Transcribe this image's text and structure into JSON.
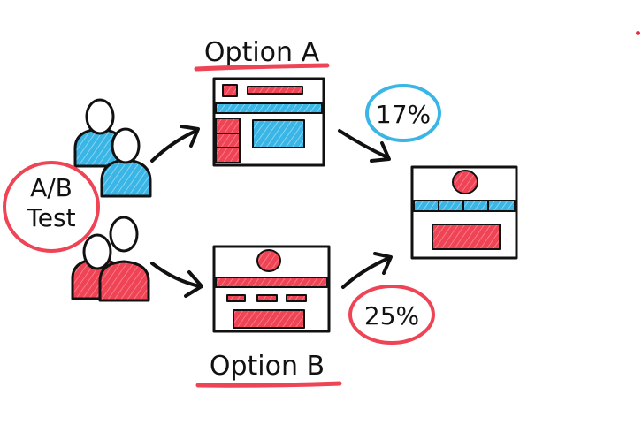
{
  "diagram": {
    "center_label_line1": "A/B",
    "center_label_line2": "Test",
    "option_a": {
      "label": "Option A",
      "rate": "17%"
    },
    "option_b": {
      "label": "Option B",
      "rate": "25%"
    }
  },
  "colors": {
    "red": "#ee4455",
    "blue": "#3ab6e6",
    "ink": "#111111",
    "skin": "#ffffff",
    "marker_dot": "#e03040"
  },
  "icons": [
    "users-blue-icon",
    "users-red-icon",
    "arrow-icon",
    "webpage-layout-icon"
  ]
}
